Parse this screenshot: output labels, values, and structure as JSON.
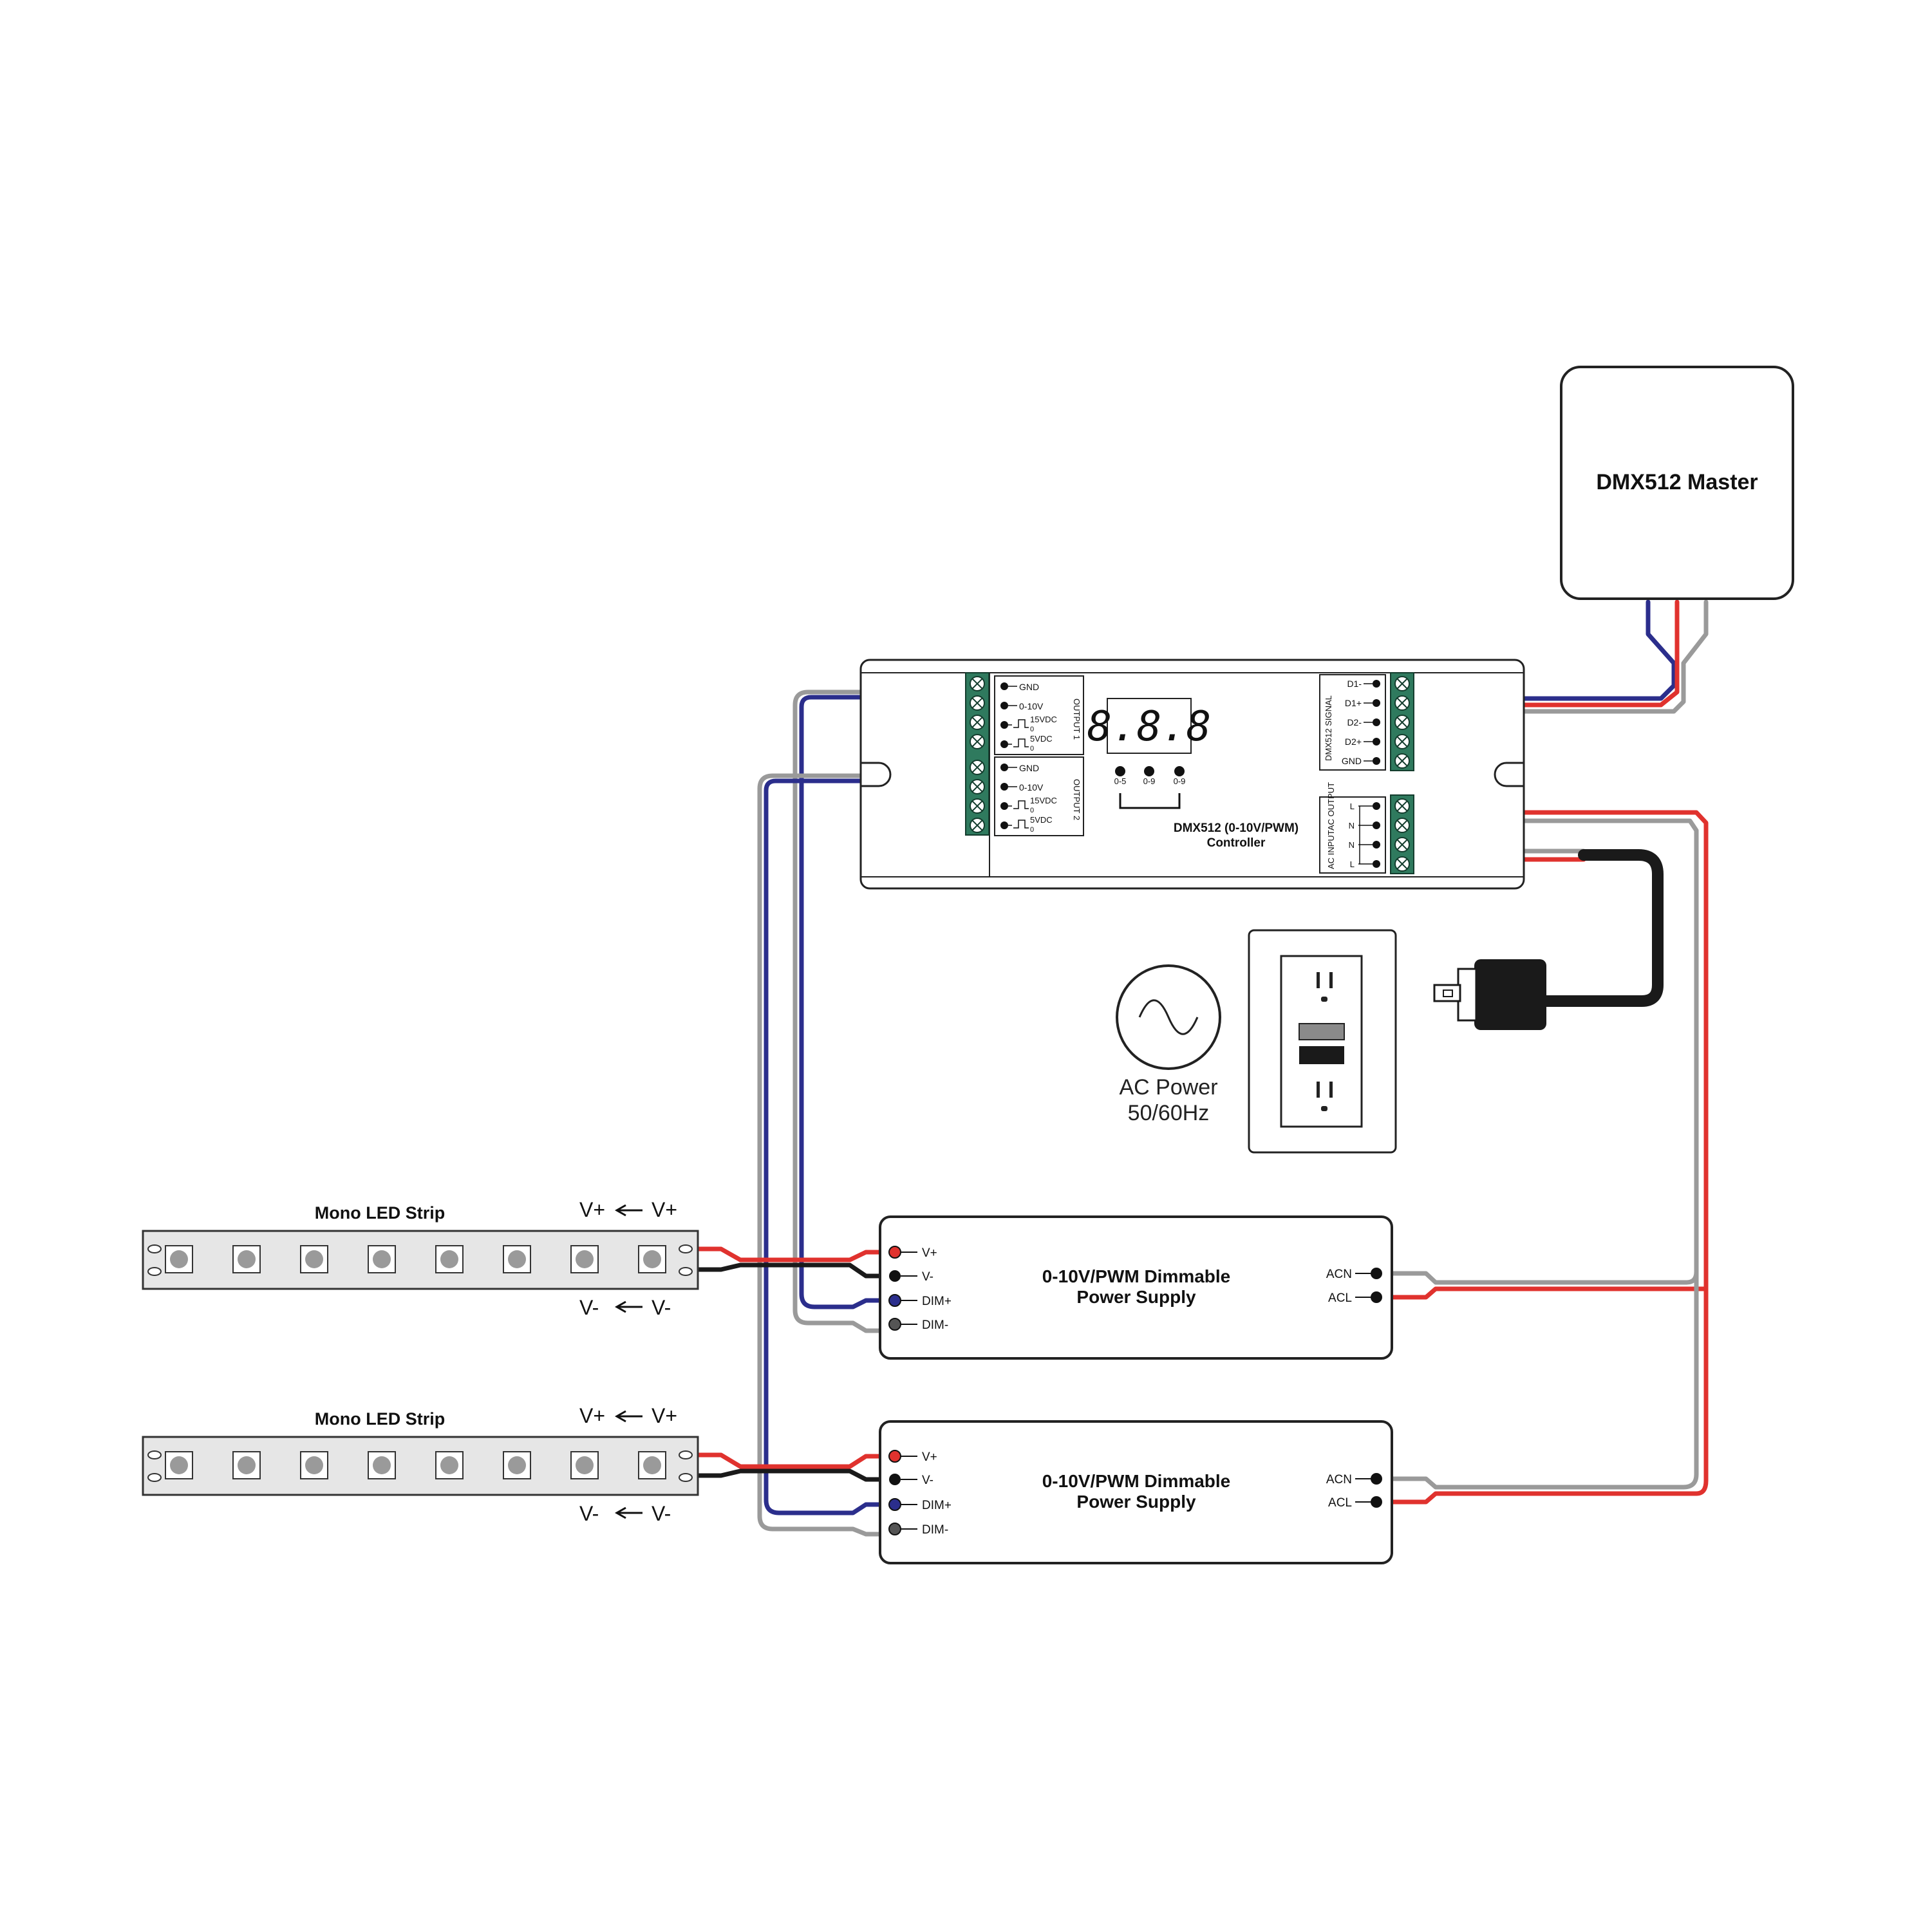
{
  "master": {
    "label": "DMX512 Master"
  },
  "controller": {
    "title_line1": "DMX512 (0-10V/PWM)",
    "title_line2": "Controller",
    "display": "8.8.8",
    "buttons": [
      "0-5",
      "0-9",
      "0-9"
    ],
    "output1": {
      "label": "OUTPUT 1",
      "terminals": [
        "GND",
        "0-10V",
        "15VDC",
        "5VDC"
      ]
    },
    "output2": {
      "label": "OUTPUT 2",
      "terminals": [
        "GND",
        "0-10V",
        "15VDC",
        "5VDC"
      ]
    },
    "pwm_low": "0",
    "dmx": {
      "label": "DMX512 SIGNAL",
      "terminals": [
        "D1-",
        "D1+",
        "D2-",
        "D2+",
        "GND"
      ]
    },
    "ac": {
      "output_label": "AC OUTPUT",
      "input_label": "AC INPUT",
      "terminals": [
        "L",
        "N",
        "N",
        "L"
      ]
    }
  },
  "ac_power": {
    "line1": "AC Power",
    "line2": "50/60Hz"
  },
  "strips": [
    {
      "label": "Mono LED Strip",
      "vplus_left": "V+",
      "vplus_right": "V+",
      "vminus_left": "V-",
      "vminus_right": "V-"
    },
    {
      "label": "Mono LED Strip",
      "vplus_left": "V+",
      "vplus_right": "V+",
      "vminus_left": "V-",
      "vminus_right": "V-"
    }
  ],
  "power_supplies": [
    {
      "title_line1": "0-10V/PWM Dimmable",
      "title_line2": "Power Supply",
      "inputs": [
        "V+",
        "V-",
        "DIM+",
        "DIM-"
      ],
      "ac": [
        "ACN",
        "ACL"
      ]
    },
    {
      "title_line1": "0-10V/PWM Dimmable",
      "title_line2": "Power Supply",
      "inputs": [
        "V+",
        "V-",
        "DIM+",
        "DIM-"
      ],
      "ac": [
        "ACN",
        "ACL"
      ]
    }
  ],
  "colors": {
    "red": "#e0322e",
    "blue": "#2b2e8c",
    "gray": "#9a9a9a",
    "black": "#1a1a1a",
    "terminal": "#2f7a5e"
  }
}
